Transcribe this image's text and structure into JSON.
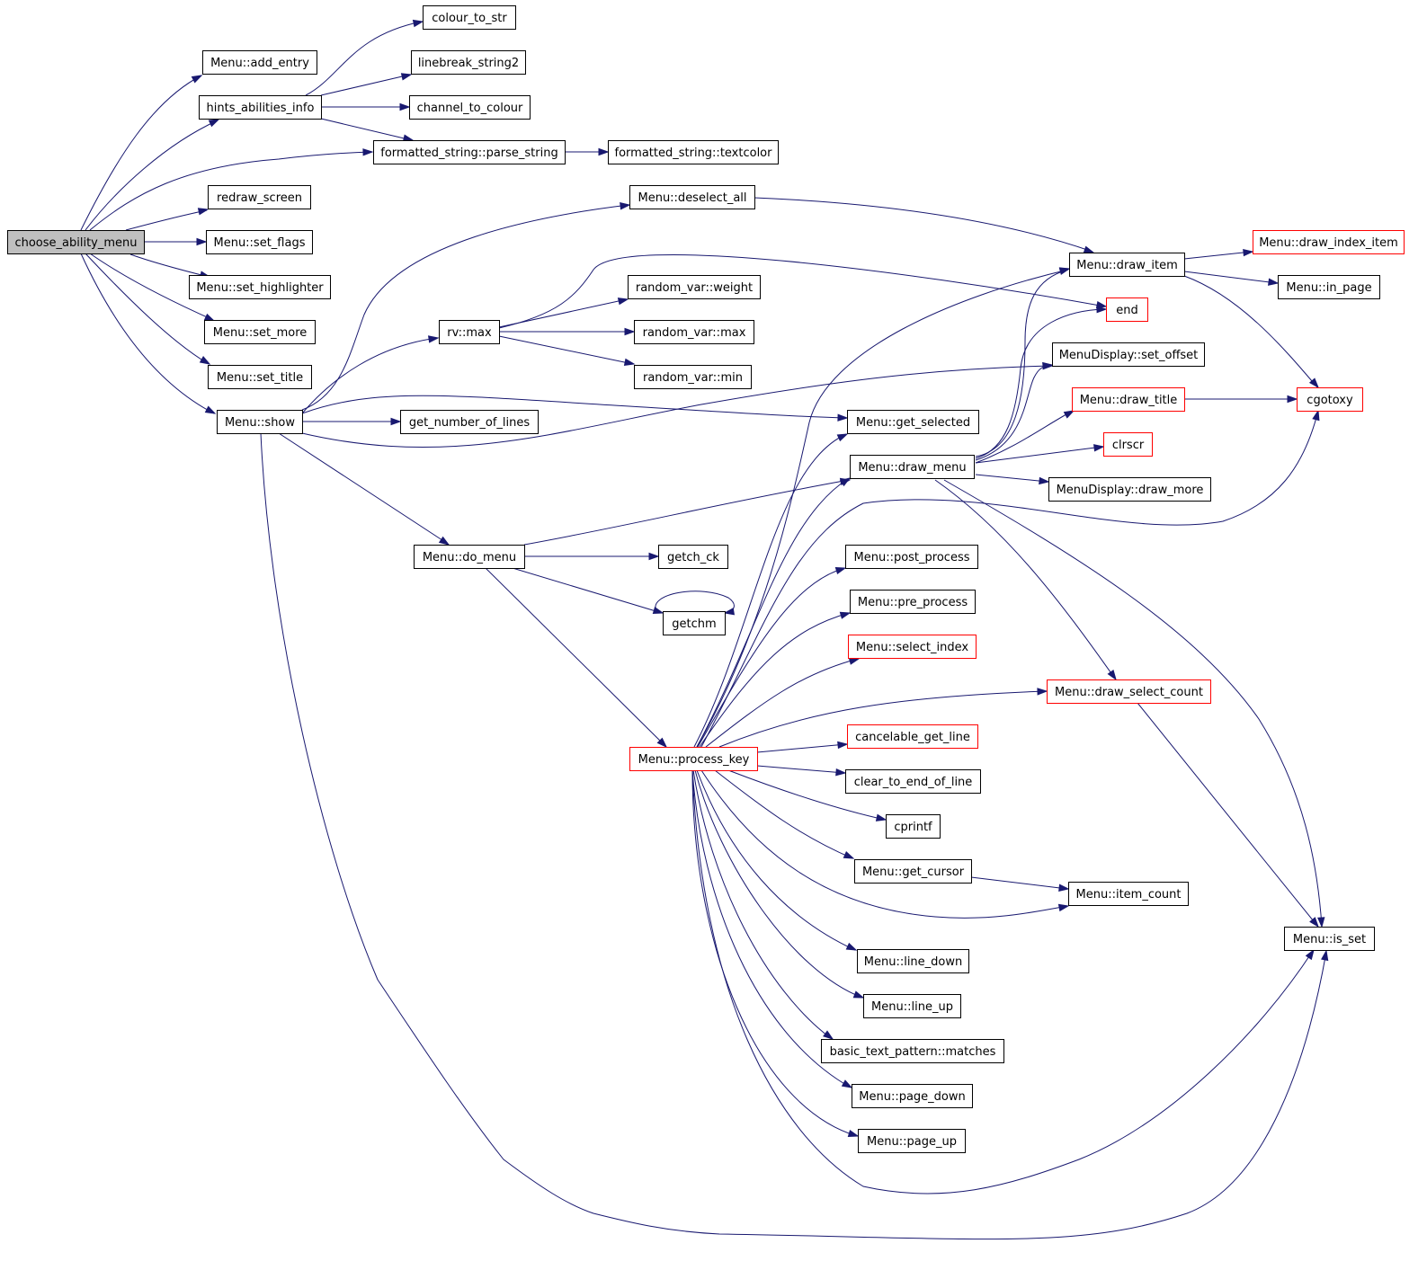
{
  "colors": {
    "edge": "#191970",
    "node_border": "#000000",
    "node_border_truncated": "#ff0000",
    "root_fill": "#bfbfbf",
    "node_fill": "#ffffff",
    "background": "#ffffff"
  },
  "nodes": [
    {
      "id": "choose_ability_menu",
      "label": "choose_ability_menu",
      "kind": "root"
    },
    {
      "id": "add_entry",
      "label": "Menu::add_entry",
      "kind": "normal"
    },
    {
      "id": "hints_abilities_info",
      "label": "hints_abilities_info",
      "kind": "normal"
    },
    {
      "id": "colour_to_str",
      "label": "colour_to_str",
      "kind": "normal"
    },
    {
      "id": "linebreak_string2",
      "label": "linebreak_string2",
      "kind": "normal"
    },
    {
      "id": "channel_to_colour",
      "label": "channel_to_colour",
      "kind": "normal"
    },
    {
      "id": "parse_string",
      "label": "formatted_string::parse_string",
      "kind": "normal"
    },
    {
      "id": "textcolor",
      "label": "formatted_string::textcolor",
      "kind": "normal"
    },
    {
      "id": "redraw_screen",
      "label": "redraw_screen",
      "kind": "normal"
    },
    {
      "id": "set_flags",
      "label": "Menu::set_flags",
      "kind": "normal"
    },
    {
      "id": "set_highlighter",
      "label": "Menu::set_highlighter",
      "kind": "normal"
    },
    {
      "id": "set_more",
      "label": "Menu::set_more",
      "kind": "normal"
    },
    {
      "id": "set_title",
      "label": "Menu::set_title",
      "kind": "normal"
    },
    {
      "id": "show",
      "label": "Menu::show",
      "kind": "normal"
    },
    {
      "id": "deselect_all",
      "label": "Menu::deselect_all",
      "kind": "normal"
    },
    {
      "id": "rv_max",
      "label": "rv::max",
      "kind": "normal"
    },
    {
      "id": "rv_weight",
      "label": "random_var::weight",
      "kind": "normal"
    },
    {
      "id": "rv_max2",
      "label": "random_var::max",
      "kind": "normal"
    },
    {
      "id": "rv_min",
      "label": "random_var::min",
      "kind": "normal"
    },
    {
      "id": "get_number_of_lines",
      "label": "get_number_of_lines",
      "kind": "normal"
    },
    {
      "id": "get_selected",
      "label": "Menu::get_selected",
      "kind": "normal"
    },
    {
      "id": "draw_menu",
      "label": "Menu::draw_menu",
      "kind": "normal"
    },
    {
      "id": "do_menu",
      "label": "Menu::do_menu",
      "kind": "normal"
    },
    {
      "id": "getch_ck",
      "label": "getch_ck",
      "kind": "normal"
    },
    {
      "id": "getchm",
      "label": "getchm",
      "kind": "normal"
    },
    {
      "id": "post_process",
      "label": "Menu::post_process",
      "kind": "normal"
    },
    {
      "id": "pre_process",
      "label": "Menu::pre_process",
      "kind": "normal"
    },
    {
      "id": "select_index",
      "label": "Menu::select_index",
      "kind": "truncated"
    },
    {
      "id": "process_key",
      "label": "Menu::process_key",
      "kind": "truncated"
    },
    {
      "id": "cancelable_get_line",
      "label": "cancelable_get_line",
      "kind": "truncated"
    },
    {
      "id": "clear_to_end_of_line",
      "label": "clear_to_end_of_line",
      "kind": "normal"
    },
    {
      "id": "cprintf",
      "label": "cprintf",
      "kind": "normal"
    },
    {
      "id": "get_cursor",
      "label": "Menu::get_cursor",
      "kind": "normal"
    },
    {
      "id": "line_down",
      "label": "Menu::line_down",
      "kind": "normal"
    },
    {
      "id": "line_up",
      "label": "Menu::line_up",
      "kind": "normal"
    },
    {
      "id": "matches",
      "label": "basic_text_pattern::matches",
      "kind": "normal"
    },
    {
      "id": "page_down",
      "label": "Menu::page_down",
      "kind": "normal"
    },
    {
      "id": "page_up",
      "label": "Menu::page_up",
      "kind": "normal"
    },
    {
      "id": "draw_item",
      "label": "Menu::draw_item",
      "kind": "normal"
    },
    {
      "id": "end",
      "label": "end",
      "kind": "truncated"
    },
    {
      "id": "set_offset",
      "label": "MenuDisplay::set_offset",
      "kind": "normal"
    },
    {
      "id": "draw_title",
      "label": "Menu::draw_title",
      "kind": "truncated"
    },
    {
      "id": "clrscr",
      "label": "clrscr",
      "kind": "truncated"
    },
    {
      "id": "draw_more",
      "label": "MenuDisplay::draw_more",
      "kind": "normal"
    },
    {
      "id": "draw_select_count",
      "label": "Menu::draw_select_count",
      "kind": "truncated"
    },
    {
      "id": "item_count",
      "label": "Menu::item_count",
      "kind": "normal"
    },
    {
      "id": "draw_index_item",
      "label": "Menu::draw_index_item",
      "kind": "truncated"
    },
    {
      "id": "in_page",
      "label": "Menu::in_page",
      "kind": "normal"
    },
    {
      "id": "cgotoxy",
      "label": "cgotoxy",
      "kind": "truncated"
    },
    {
      "id": "is_set",
      "label": "Menu::is_set",
      "kind": "normal"
    }
  ],
  "edges": [
    {
      "from": "choose_ability_menu",
      "to": "add_entry"
    },
    {
      "from": "choose_ability_menu",
      "to": "hints_abilities_info"
    },
    {
      "from": "choose_ability_menu",
      "to": "parse_string"
    },
    {
      "from": "choose_ability_menu",
      "to": "redraw_screen"
    },
    {
      "from": "choose_ability_menu",
      "to": "set_flags"
    },
    {
      "from": "choose_ability_menu",
      "to": "set_highlighter"
    },
    {
      "from": "choose_ability_menu",
      "to": "set_more"
    },
    {
      "from": "choose_ability_menu",
      "to": "set_title"
    },
    {
      "from": "choose_ability_menu",
      "to": "show"
    },
    {
      "from": "hints_abilities_info",
      "to": "colour_to_str"
    },
    {
      "from": "hints_abilities_info",
      "to": "linebreak_string2"
    },
    {
      "from": "hints_abilities_info",
      "to": "channel_to_colour"
    },
    {
      "from": "hints_abilities_info",
      "to": "parse_string"
    },
    {
      "from": "parse_string",
      "to": "textcolor"
    },
    {
      "from": "show",
      "to": "deselect_all"
    },
    {
      "from": "show",
      "to": "rv_max"
    },
    {
      "from": "show",
      "to": "get_number_of_lines"
    },
    {
      "from": "show",
      "to": "get_selected"
    },
    {
      "from": "show",
      "to": "set_offset"
    },
    {
      "from": "show",
      "to": "do_menu"
    },
    {
      "from": "show",
      "to": "is_set"
    },
    {
      "from": "rv_max",
      "to": "rv_weight"
    },
    {
      "from": "rv_max",
      "to": "rv_max2"
    },
    {
      "from": "rv_max",
      "to": "rv_min"
    },
    {
      "from": "rv_max",
      "to": "end"
    },
    {
      "from": "deselect_all",
      "to": "draw_item"
    },
    {
      "from": "do_menu",
      "to": "draw_menu"
    },
    {
      "from": "do_menu",
      "to": "getch_ck"
    },
    {
      "from": "do_menu",
      "to": "getchm"
    },
    {
      "from": "do_menu",
      "to": "process_key"
    },
    {
      "from": "getchm",
      "to": "getchm"
    },
    {
      "from": "draw_menu",
      "to": "draw_item"
    },
    {
      "from": "draw_menu",
      "to": "end"
    },
    {
      "from": "draw_menu",
      "to": "set_offset"
    },
    {
      "from": "draw_menu",
      "to": "draw_title"
    },
    {
      "from": "draw_menu",
      "to": "clrscr"
    },
    {
      "from": "draw_menu",
      "to": "draw_more"
    },
    {
      "from": "draw_menu",
      "to": "draw_select_count"
    },
    {
      "from": "draw_menu",
      "to": "is_set"
    },
    {
      "from": "draw_item",
      "to": "draw_index_item"
    },
    {
      "from": "draw_item",
      "to": "in_page"
    },
    {
      "from": "draw_item",
      "to": "cgotoxy"
    },
    {
      "from": "draw_title",
      "to": "cgotoxy"
    },
    {
      "from": "draw_select_count",
      "to": "is_set"
    },
    {
      "from": "get_cursor",
      "to": "item_count"
    },
    {
      "from": "process_key",
      "to": "draw_item"
    },
    {
      "from": "process_key",
      "to": "get_selected"
    },
    {
      "from": "process_key",
      "to": "draw_menu"
    },
    {
      "from": "process_key",
      "to": "cgotoxy"
    },
    {
      "from": "process_key",
      "to": "post_process"
    },
    {
      "from": "process_key",
      "to": "pre_process"
    },
    {
      "from": "process_key",
      "to": "select_index"
    },
    {
      "from": "process_key",
      "to": "draw_select_count"
    },
    {
      "from": "process_key",
      "to": "cancelable_get_line"
    },
    {
      "from": "process_key",
      "to": "clear_to_end_of_line"
    },
    {
      "from": "process_key",
      "to": "cprintf"
    },
    {
      "from": "process_key",
      "to": "get_cursor"
    },
    {
      "from": "process_key",
      "to": "item_count"
    },
    {
      "from": "process_key",
      "to": "line_down"
    },
    {
      "from": "process_key",
      "to": "line_up"
    },
    {
      "from": "process_key",
      "to": "matches"
    },
    {
      "from": "process_key",
      "to": "page_down"
    },
    {
      "from": "process_key",
      "to": "page_up"
    },
    {
      "from": "process_key",
      "to": "is_set"
    }
  ]
}
